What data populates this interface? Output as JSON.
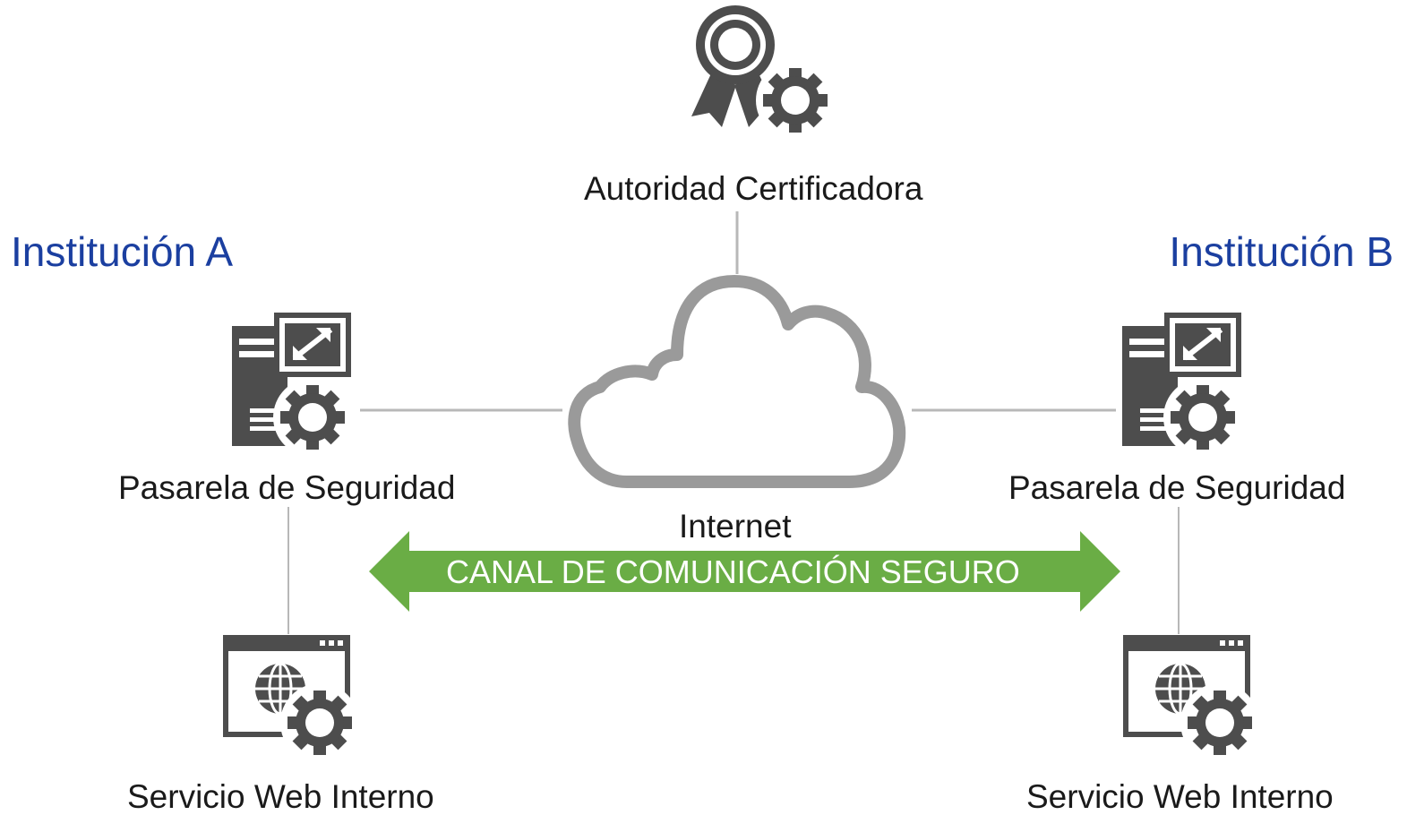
{
  "institutions": {
    "a": "Institución A",
    "b": "Institución B"
  },
  "certificate_authority": {
    "label": "Autoridad Certificadora",
    "icon": "certificate-gear-icon"
  },
  "internet": {
    "label": "Internet",
    "icon": "cloud-icon"
  },
  "gateways": {
    "a_label": "Pasarela de Seguridad",
    "b_label": "Pasarela de Seguridad",
    "icon": "server-gateway-gear-icon"
  },
  "web_services": {
    "a_label": "Servicio Web Interno",
    "b_label": "Servicio Web Interno",
    "icon": "browser-globe-gear-icon"
  },
  "secure_channel": {
    "label": "CANAL DE COMUNICACIÓN SEGURO",
    "icon": "double-arrow-icon"
  },
  "colors": {
    "icon": "#4d4d4d",
    "cloud": "#9a9a9a",
    "connector": "#b8b8b8",
    "arrow": "#6aad45",
    "institution_text": "#1b3fa0"
  }
}
